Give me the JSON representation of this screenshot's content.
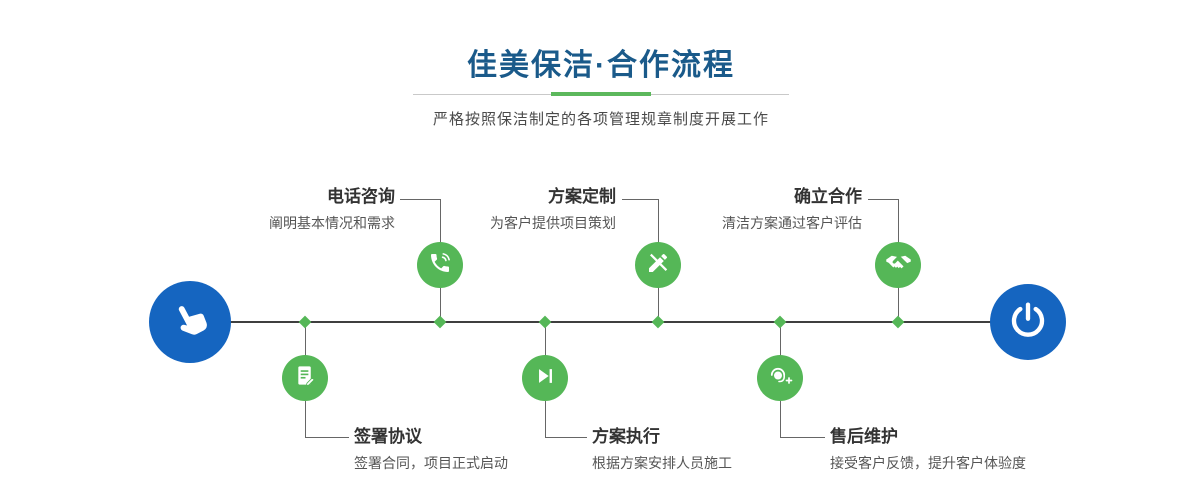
{
  "header": {
    "title": "佳美保洁·合作流程",
    "subtitle": "严格按照保洁制定的各项管理规章制度开展工作"
  },
  "colors": {
    "title_blue": "#1a5a8a",
    "accent_green": "#55b757",
    "endpoint_blue": "#1565c0",
    "timeline_gray": "#3f3f3f"
  },
  "timeline": {
    "start_icon": "pointing-hand-icon",
    "end_icon": "power-icon"
  },
  "steps_top": [
    {
      "title": "电话咨询",
      "desc": "阐明基本情况和需求",
      "icon": "phone-icon"
    },
    {
      "title": "方案定制",
      "desc": "为客户提供项目策划",
      "icon": "pencil-tools-icon"
    },
    {
      "title": "确立合作",
      "desc": "清洁方案通过客户评估",
      "icon": "handshake-icon"
    }
  ],
  "steps_bottom": [
    {
      "title": "签署协议",
      "desc": "签署合同，项目正式启动",
      "icon": "contract-icon"
    },
    {
      "title": "方案执行",
      "desc": "根据方案安排人员施工",
      "icon": "play-icon"
    },
    {
      "title": "售后维护",
      "desc": "接受客户反馈，提升客户体验度",
      "icon": "headset-icon"
    }
  ]
}
